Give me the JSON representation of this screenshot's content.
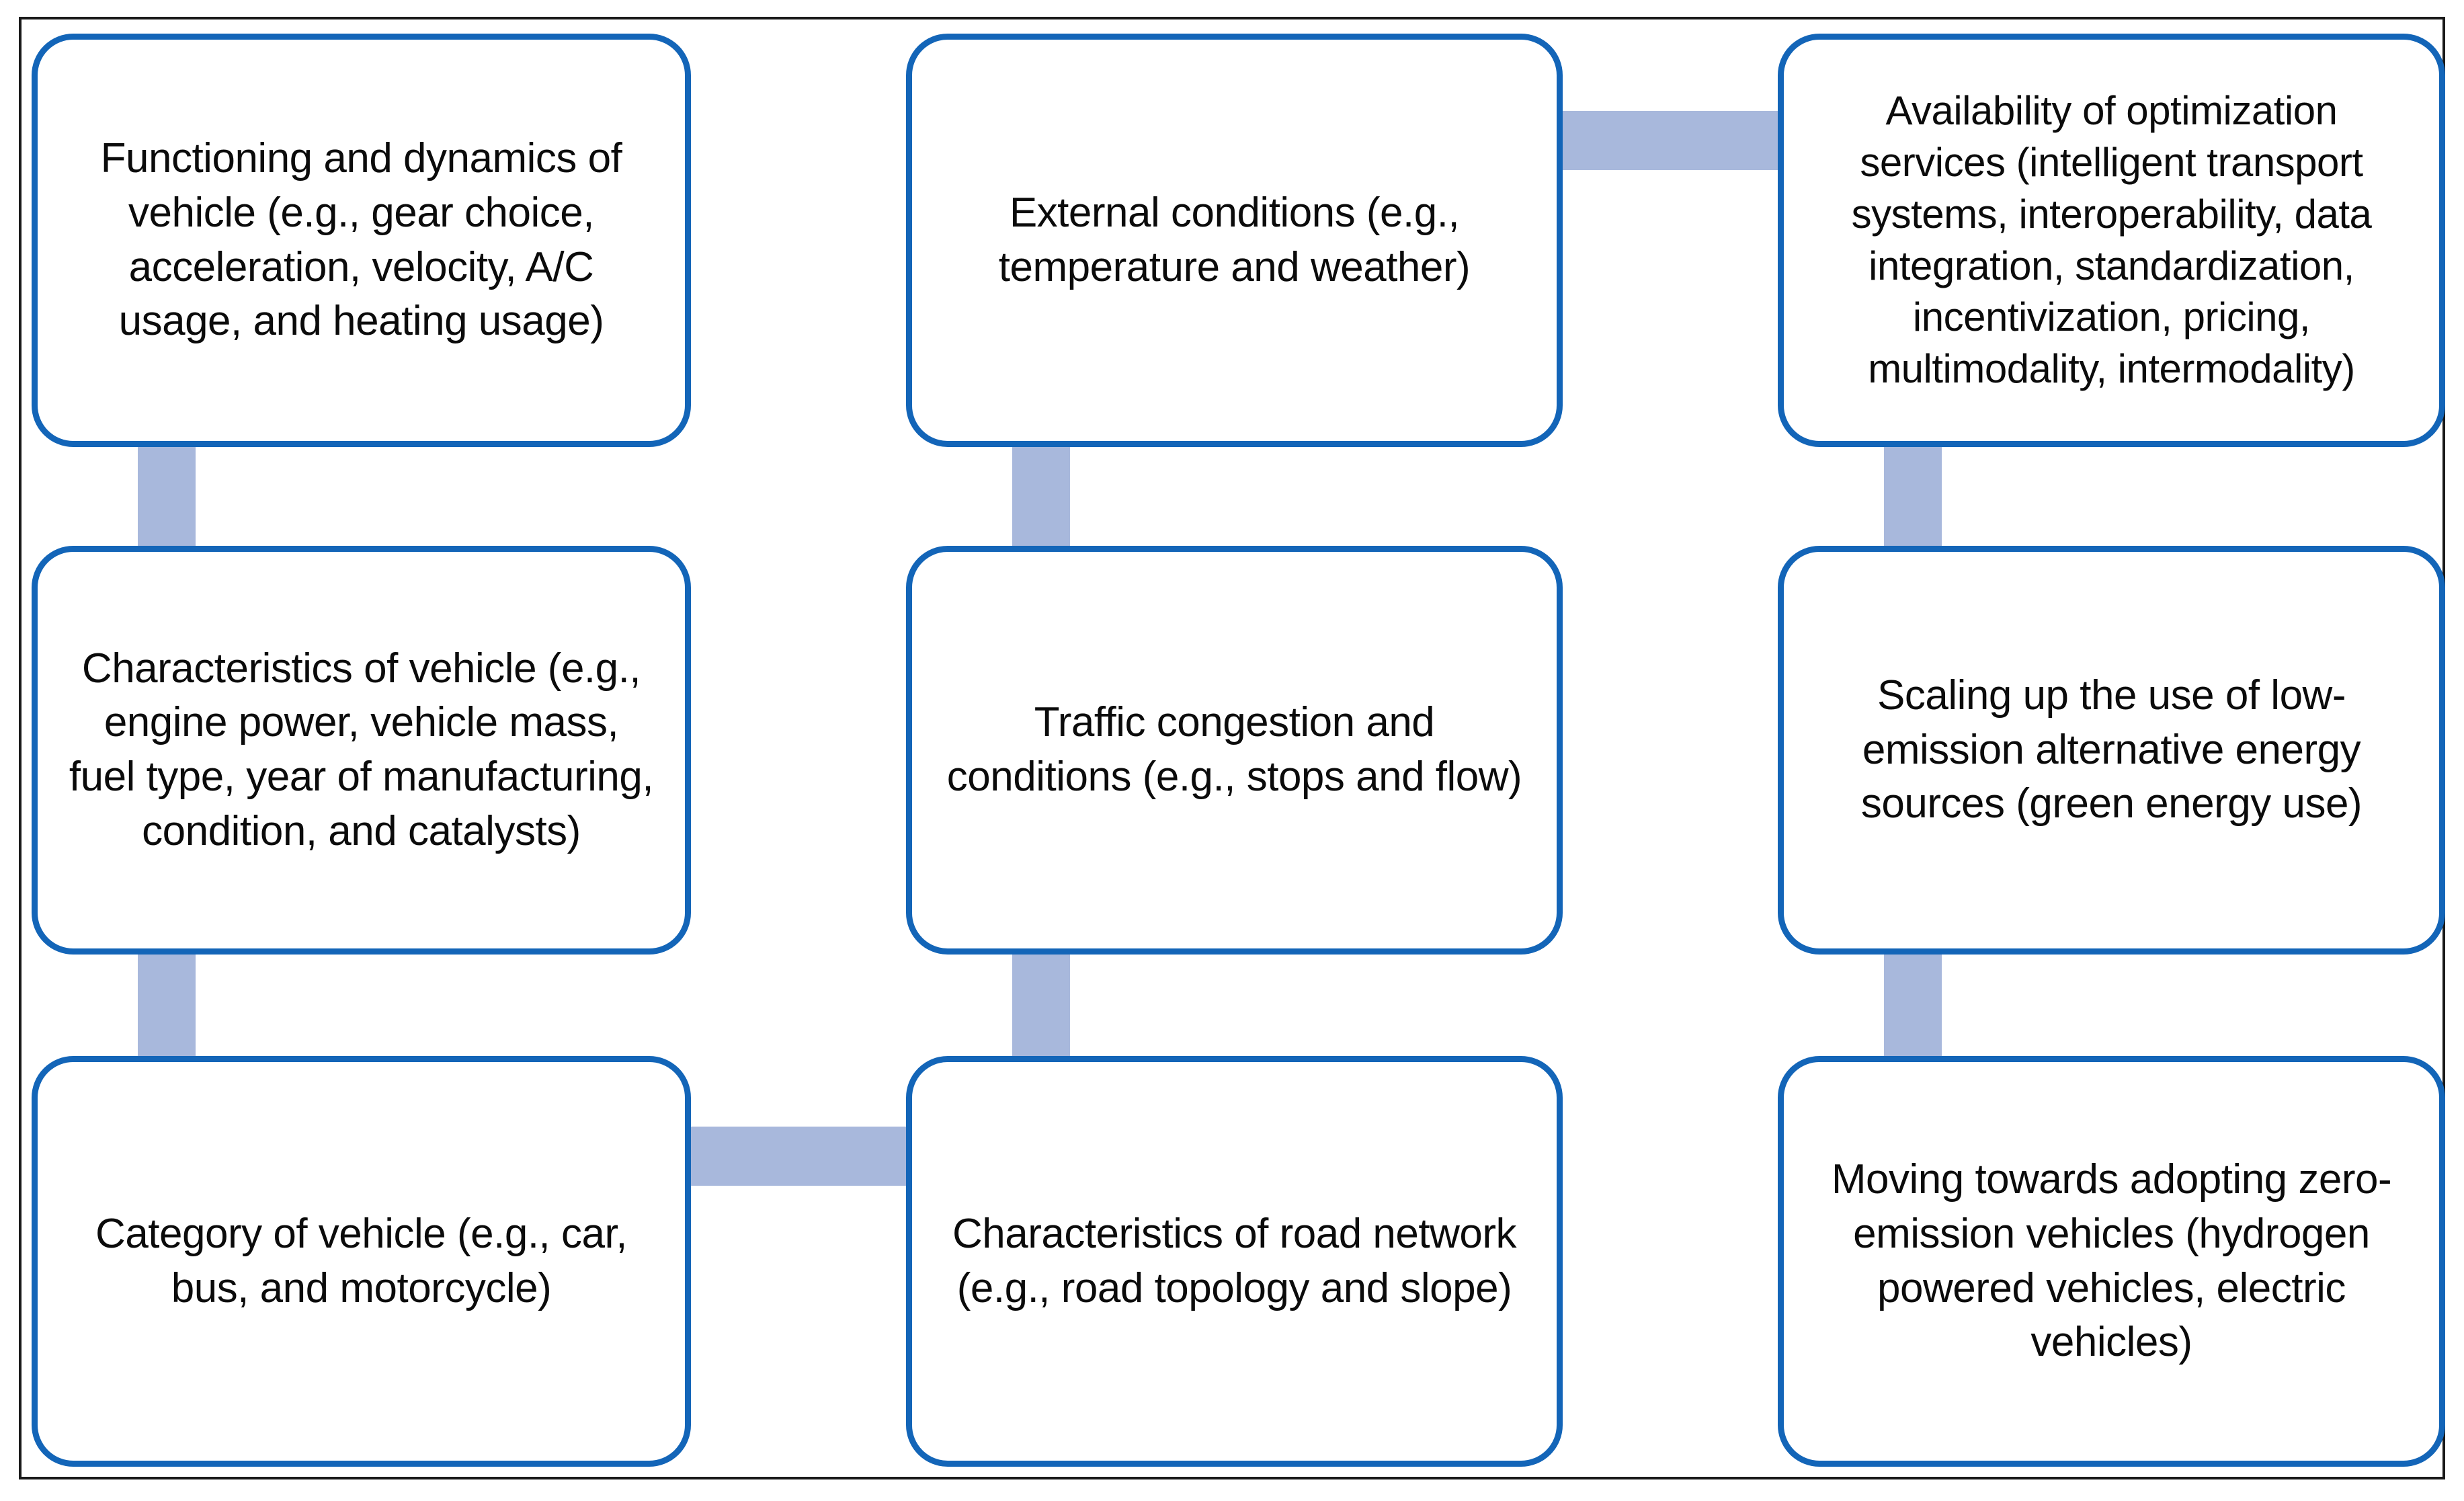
{
  "figure": {
    "type": "block-diagram",
    "grid": {
      "columns": 3,
      "rows": 3
    },
    "colors": {
      "node_border": "#1365B8",
      "node_fill": "#FFFFFF",
      "connector": "#A8B8DC",
      "frame_border": "#1A1A1A",
      "text": "#0B0B0B"
    }
  },
  "nodes": {
    "c1r1": {
      "text": "Functioning and dynamics of vehicle (e.g., gear choice, acceleration, velocity, A/C usage, and heating usage)"
    },
    "c1r2": {
      "text": "Characteristics of vehicle (e.g., engine power, vehicle mass, fuel type, year of manufacturing, condition, and catalysts)"
    },
    "c1r3": {
      "text": "Category of vehicle (e.g., car, bus, and motorcycle)"
    },
    "c2r1": {
      "text": "External conditions (e.g., temperature and weather)"
    },
    "c2r2": {
      "text": "Traffic congestion and conditions (e.g., stops and flow)"
    },
    "c2r3": {
      "text": "Characteristics of road network (e.g., road topology and slope)"
    },
    "c3r1": {
      "text": "Availability of optimization services (intelligent transport systems, interoperability, data integration, standardization, incentivization, pricing, multimodality, intermodality)"
    },
    "c3r2": {
      "text": "Scaling up the use of low-emission alternative energy sources (green energy use)"
    },
    "c3r3": {
      "text": "Moving towards adopting zero-emission vehicles (hydrogen powered vehicles, electric vehicles)"
    }
  },
  "connectors": [
    {
      "id": "c1r1-c1r2",
      "orientation": "vertical",
      "from": "c1r1",
      "to": "c1r2"
    },
    {
      "id": "c1r2-c1r3",
      "orientation": "vertical",
      "from": "c1r2",
      "to": "c1r3"
    },
    {
      "id": "c2r1-c2r2",
      "orientation": "vertical",
      "from": "c2r1",
      "to": "c2r2"
    },
    {
      "id": "c2r2-c2r3",
      "orientation": "vertical",
      "from": "c2r2",
      "to": "c2r3"
    },
    {
      "id": "c3r1-c3r2",
      "orientation": "vertical",
      "from": "c3r1",
      "to": "c3r2"
    },
    {
      "id": "c3r2-c3r3",
      "orientation": "vertical",
      "from": "c3r2",
      "to": "c3r3"
    },
    {
      "id": "c2r1-c3r1",
      "orientation": "horizontal",
      "from": "c2r1",
      "to": "c3r1"
    },
    {
      "id": "c1r3-c2r3",
      "orientation": "horizontal",
      "from": "c1r3",
      "to": "c2r3"
    }
  ]
}
